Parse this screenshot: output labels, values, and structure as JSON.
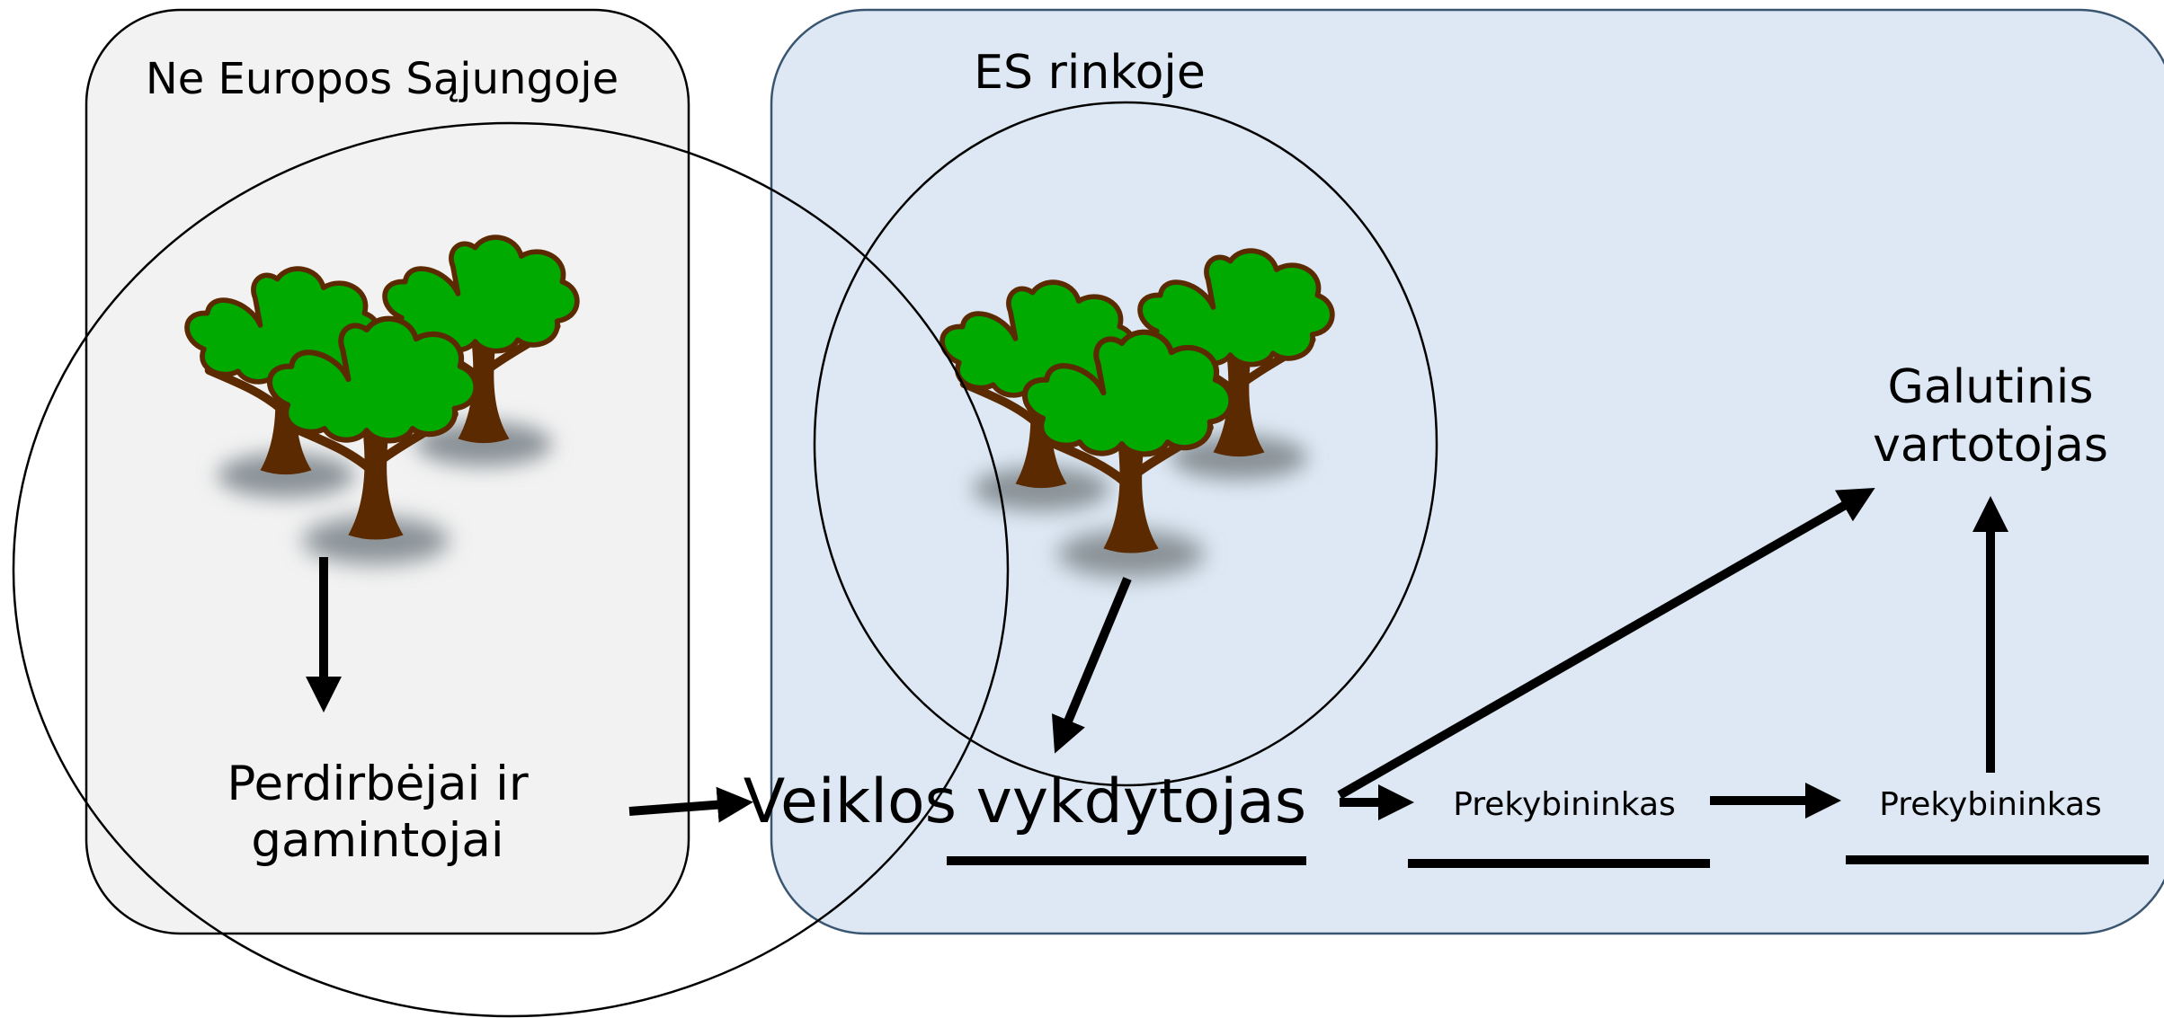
{
  "regions": {
    "outside_eu": {
      "title": "Ne Europos Sąjungoje"
    },
    "eu_market": {
      "title": "ES rinkoje"
    }
  },
  "nodes": {
    "processors": {
      "line1": "Perdirbėjai ir",
      "line2": "gamintojai"
    },
    "operator": {
      "label": "Veiklos vykdytojas"
    },
    "trader_1": {
      "label": "Prekybininkas"
    },
    "trader_2": {
      "label": "Prekybininkas"
    },
    "final_consumer": {
      "line1": "Galutinis",
      "line2": "vartotojas"
    }
  },
  "colors": {
    "outside_fill": "#f2f2f2",
    "eu_fill": "#dde8f4",
    "eu_border": "#3a5570",
    "foliage": "#00aa00",
    "foliage_outline": "#5b2a00",
    "trunk": "#5b2a00",
    "shadow": "#8a9398"
  },
  "icons": [
    "forest-icon-outside",
    "forest-icon-eu"
  ]
}
